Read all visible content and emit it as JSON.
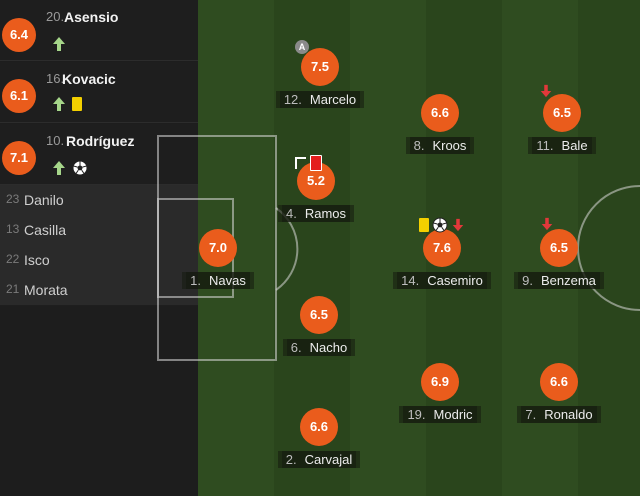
{
  "substitutes": [
    {
      "number": "20.",
      "name": "Asensio",
      "rating": "6.4"
    },
    {
      "number": "16.",
      "name": "Kovacic",
      "rating": "6.1"
    },
    {
      "number": "10.",
      "name": "Rodríguez",
      "rating": "7.1"
    }
  ],
  "bench": [
    {
      "number": "23",
      "name": "Danilo"
    },
    {
      "number": "13",
      "name": "Casilla"
    },
    {
      "number": "22",
      "name": "Isco"
    },
    {
      "number": "21",
      "name": "Morata"
    }
  ],
  "players": [
    {
      "rating": "7.5",
      "number": "12.",
      "name": "Marcelo"
    },
    {
      "rating": "6.6",
      "number": "8.",
      "name": "Kroos"
    },
    {
      "rating": "6.5",
      "number": "11.",
      "name": "Bale"
    },
    {
      "rating": "5.2",
      "number": "4.",
      "name": "Ramos"
    },
    {
      "rating": "7.0",
      "number": "1.",
      "name": "Navas"
    },
    {
      "rating": "7.6",
      "number": "14.",
      "name": "Casemiro"
    },
    {
      "rating": "6.5",
      "number": "9.",
      "name": "Benzema"
    },
    {
      "rating": "6.5",
      "number": "6.",
      "name": "Nacho"
    },
    {
      "rating": "6.9",
      "number": "19.",
      "name": "Modric"
    },
    {
      "rating": "6.6",
      "number": "7.",
      "name": "Ronaldo"
    },
    {
      "rating": "6.6",
      "number": "2.",
      "name": "Carvajal"
    }
  ],
  "assist_marker": "A",
  "colors": {
    "rating_badge": "#ea5c1c",
    "sub_in_arrow": "#a6d68a",
    "sub_out_arrow": "#e2383a",
    "yellow_card": "#f4d000",
    "red_card": "#e41e1e"
  }
}
